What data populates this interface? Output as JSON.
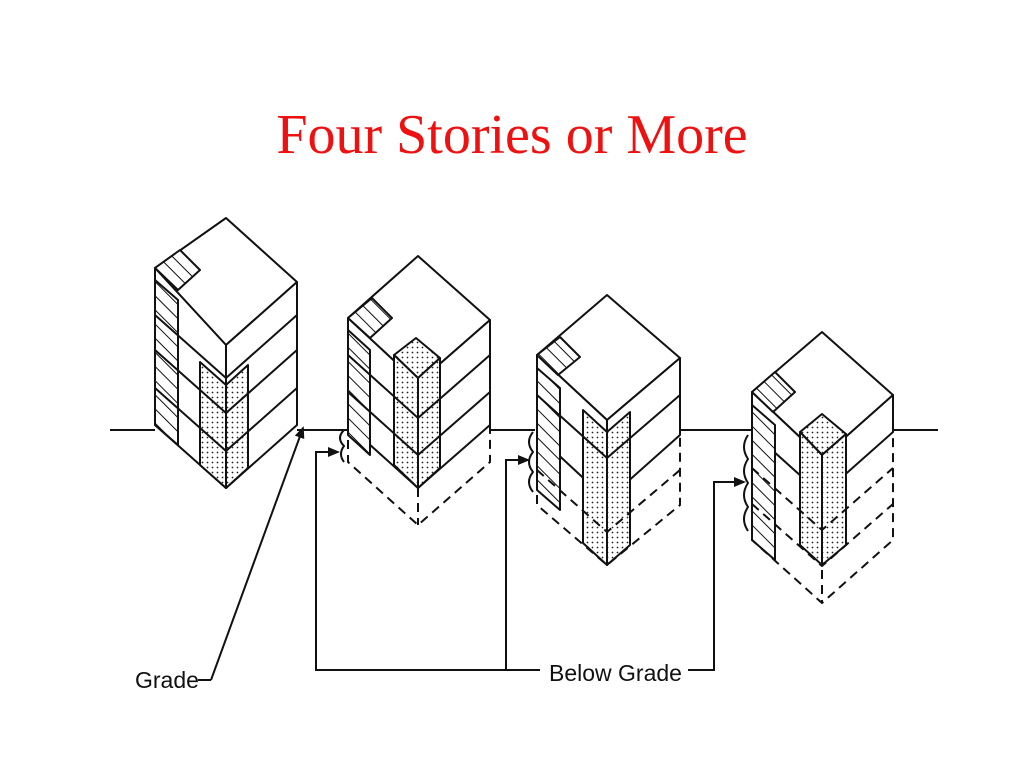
{
  "title": "Four Stories or More",
  "colors": {
    "title": "#ee1111",
    "ink": "#111111"
  },
  "labels": {
    "grade": "Grade",
    "below_grade": "Below Grade"
  }
}
